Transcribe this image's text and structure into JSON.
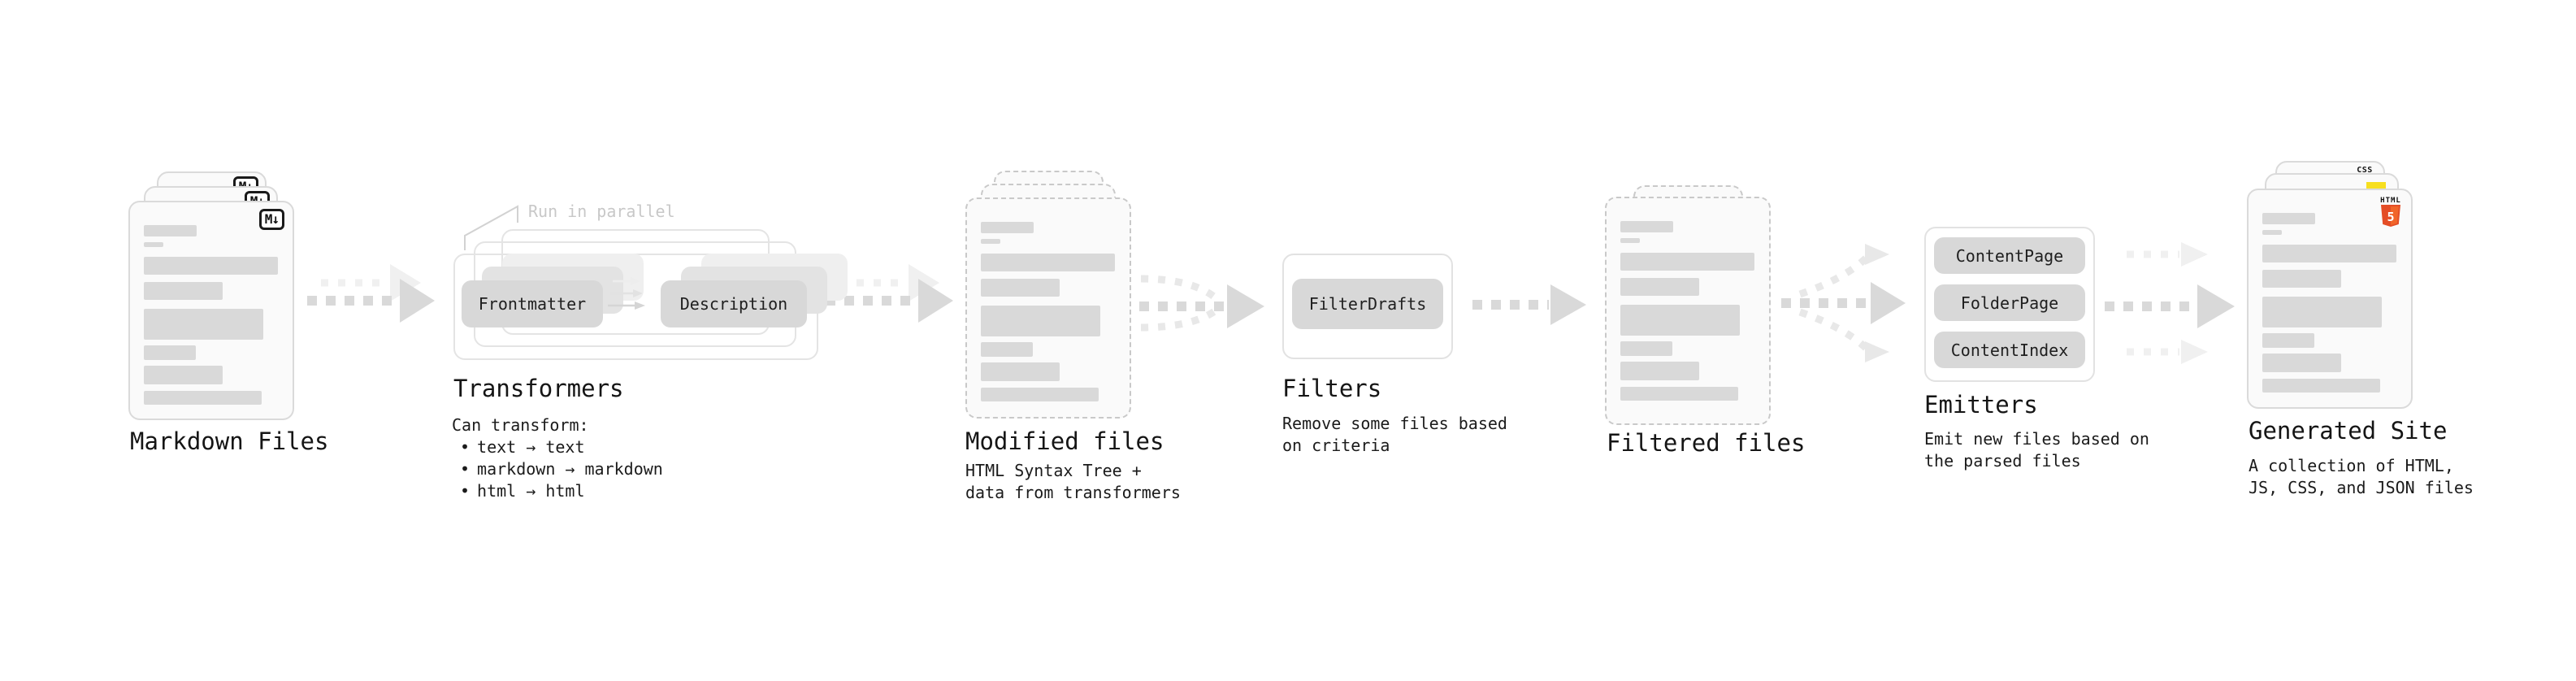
{
  "stages": {
    "markdown": {
      "label": "Markdown Files",
      "badge": "M↓"
    },
    "transformers": {
      "label": "Transformers",
      "annotation": "Run in parallel",
      "box_frontmatter": "Frontmatter",
      "box_description": "Description",
      "desc_title": "Can transform:",
      "bullet_glyph": "•",
      "bullets": [
        "text → text",
        "markdown → markdown",
        "html → html"
      ]
    },
    "modified": {
      "label": "Modified files",
      "desc_line1": "HTML Syntax Tree +",
      "desc_line2": "data from transformers"
    },
    "filters": {
      "label": "Filters",
      "box_filterdrafts": "FilterDrafts",
      "desc_line1": "Remove some files based",
      "desc_line2": "on criteria"
    },
    "filtered": {
      "label": "Filtered files"
    },
    "emitters": {
      "label": "Emitters",
      "box1": "ContentPage",
      "box2": "FolderPage",
      "box3": "ContentIndex",
      "desc_line1": "Emit new files based on",
      "desc_line2": "the parsed files"
    },
    "generated": {
      "label": "Generated Site",
      "desc_line1": "A collection of HTML,",
      "desc_line2": "JS, CSS, and JSON files",
      "badge_css": "CSS",
      "badge_html_word": "HTML",
      "badge_html_number": "5"
    }
  },
  "colors": {
    "html5_orange": "#e44d26",
    "html5_orange_light": "#f16529",
    "js_yellow": "#f7df1e",
    "css_blue": "#2962ff",
    "skeleton_gray": "#d9d9d9",
    "arrow_gray": "#d9d9d9",
    "arrow_light": "#f0f0f0",
    "annotation_gray": "#c8c8c8",
    "text_dark": "#1a1a1a"
  }
}
